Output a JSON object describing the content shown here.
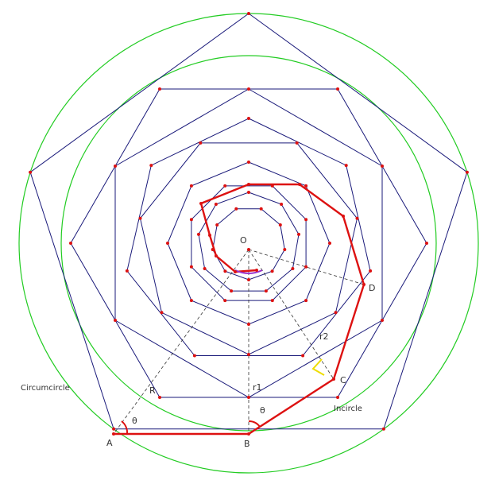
{
  "labels": {
    "center": "O",
    "A": "A",
    "B": "B",
    "C": "C",
    "D": "D",
    "R": "R",
    "r1": "r1",
    "r2": "r2",
    "theta_a": "θ",
    "theta_b": "θ",
    "circumcircle": "Circumcircle",
    "incircle": "Incircle"
  },
  "colors": {
    "polygon": "#1a1a7a",
    "circle": "#22cc22",
    "spiral": "#dd1111",
    "vertex": "#dd1111",
    "dashed": "#333333",
    "right_angle": "#eedd00",
    "center_mark": "#9933cc",
    "angle_mark": "#dd1111"
  }
}
